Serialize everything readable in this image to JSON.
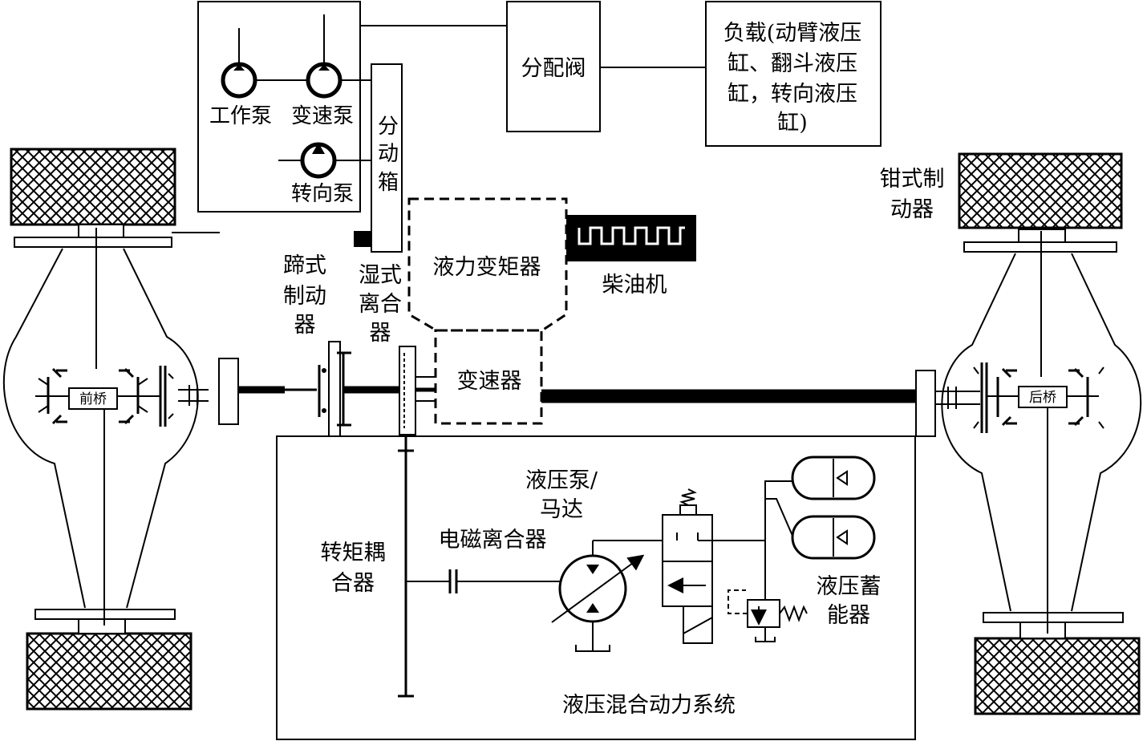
{
  "labels": {
    "work_pump": "工作泵",
    "shift_pump": "变速泵",
    "steer_pump": "转向泵",
    "transfer_case_1": "分",
    "transfer_case_2": "动",
    "transfer_case_3": "箱",
    "dist_valve": "分配阀",
    "load_1": "负载(动臂液压",
    "load_2": "缸、翻斗液压",
    "load_3": "缸，转向液压",
    "load_4": "缸)",
    "caliper_brake_1": "钳式制",
    "caliper_brake_2": "动器",
    "torque_converter": "液力变矩器",
    "diesel_engine": "柴油机",
    "drum_brake_1": "蹄式",
    "drum_brake_2": "制动",
    "drum_brake_3": "器",
    "wet_clutch_1": "湿式",
    "wet_clutch_2": "离合",
    "wet_clutch_3": "器",
    "gearbox": "变速器",
    "front_axle": "前桥",
    "rear_axle": "后桥",
    "pump_motor_1": "液压泵/",
    "pump_motor_2": "马达",
    "em_clutch": "电磁离合器",
    "torque_coupler_1": "转矩耦",
    "torque_coupler_2": "合器",
    "accumulator_1": "液压蓄",
    "accumulator_2": "能器",
    "hybrid_system": "液压混合动力系统"
  }
}
